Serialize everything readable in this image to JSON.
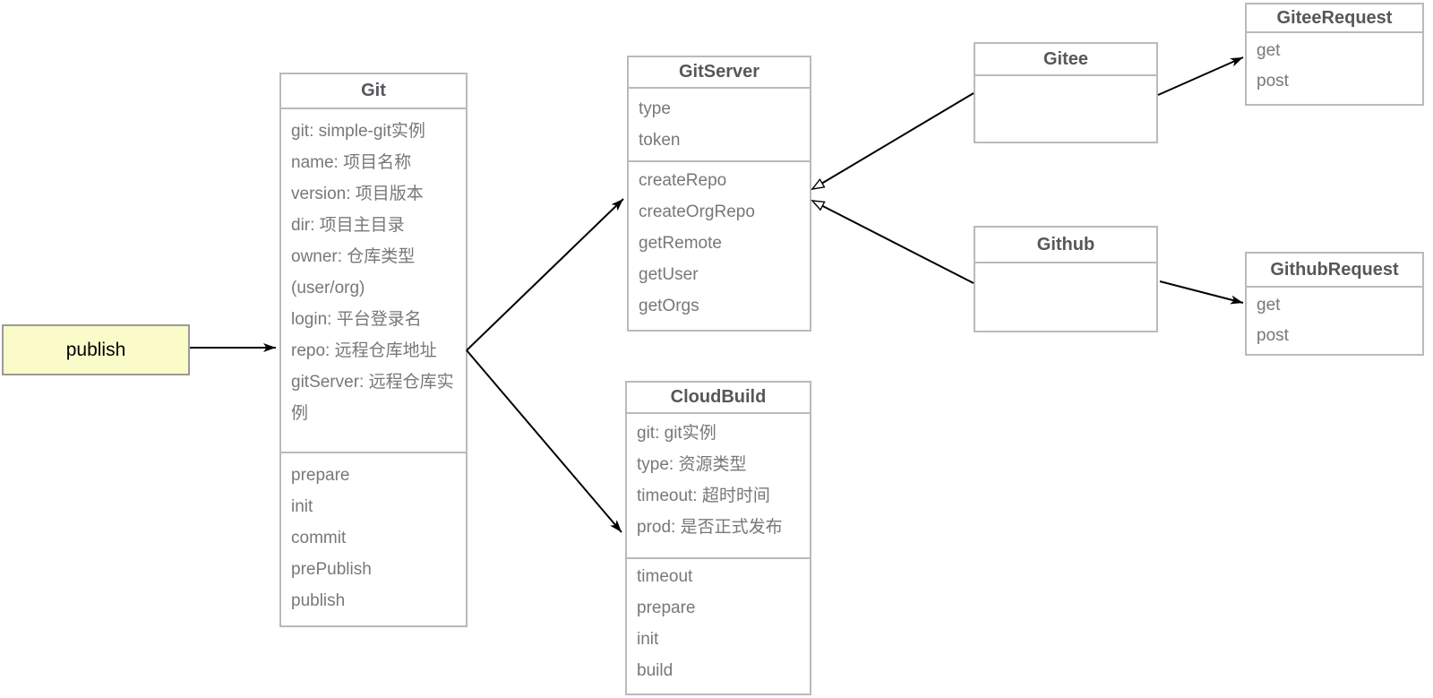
{
  "colors": {
    "box-border": "#b8babc",
    "title-text": "#55575a",
    "body-text": "#76787a",
    "publish-bg": "#fbfbca",
    "publish-border": "#9a9a98",
    "publish-text": "#000000",
    "arrow": "#000000"
  },
  "nodes": {
    "publish": {
      "label": "publish"
    },
    "git": {
      "title": "Git",
      "attributes": [
        "git: simple-git实例",
        "name: 项目名称",
        "version: 项目版本",
        "dir: 项目主目录",
        "owner: 仓库类型 (user/org)",
        "login: 平台登录名",
        "repo: 远程仓库地址",
        "gitServer: 远程仓库实例"
      ],
      "methods": [
        "prepare",
        "init",
        "commit",
        "prePublish",
        "publish"
      ]
    },
    "gitserver": {
      "title": "GitServer",
      "attributes": [
        "type",
        "token"
      ],
      "methods": [
        "createRepo",
        "createOrgRepo",
        "getRemote",
        "getUser",
        "getOrgs"
      ]
    },
    "cloudbuild": {
      "title": "CloudBuild",
      "attributes": [
        "git: git实例",
        "type: 资源类型",
        "timeout: 超时时间",
        "prod: 是否正式发布"
      ],
      "methods": [
        "timeout",
        "prepare",
        "init",
        "build"
      ]
    },
    "gitee": {
      "title": "Gitee"
    },
    "github": {
      "title": "Github"
    },
    "gitee_request": {
      "title": "GiteeRequest",
      "methods": [
        "get",
        "post"
      ]
    },
    "github_request": {
      "title": "GithubRequest",
      "methods": [
        "get",
        "post"
      ]
    }
  },
  "edges": [
    {
      "from": "publish",
      "to": "Git",
      "type": "association",
      "arrowhead": "filled"
    },
    {
      "from": "Git",
      "to": "GitServer",
      "type": "association",
      "arrowhead": "filled"
    },
    {
      "from": "Git",
      "to": "CloudBuild",
      "type": "association",
      "arrowhead": "filled"
    },
    {
      "from": "Gitee",
      "to": "GitServer",
      "type": "generalization",
      "arrowhead": "hollow-triangle"
    },
    {
      "from": "Github",
      "to": "GitServer",
      "type": "generalization",
      "arrowhead": "hollow-triangle"
    },
    {
      "from": "Gitee",
      "to": "GiteeRequest",
      "type": "association",
      "arrowhead": "filled"
    },
    {
      "from": "Github",
      "to": "GithubRequest",
      "type": "association",
      "arrowhead": "filled"
    }
  ]
}
